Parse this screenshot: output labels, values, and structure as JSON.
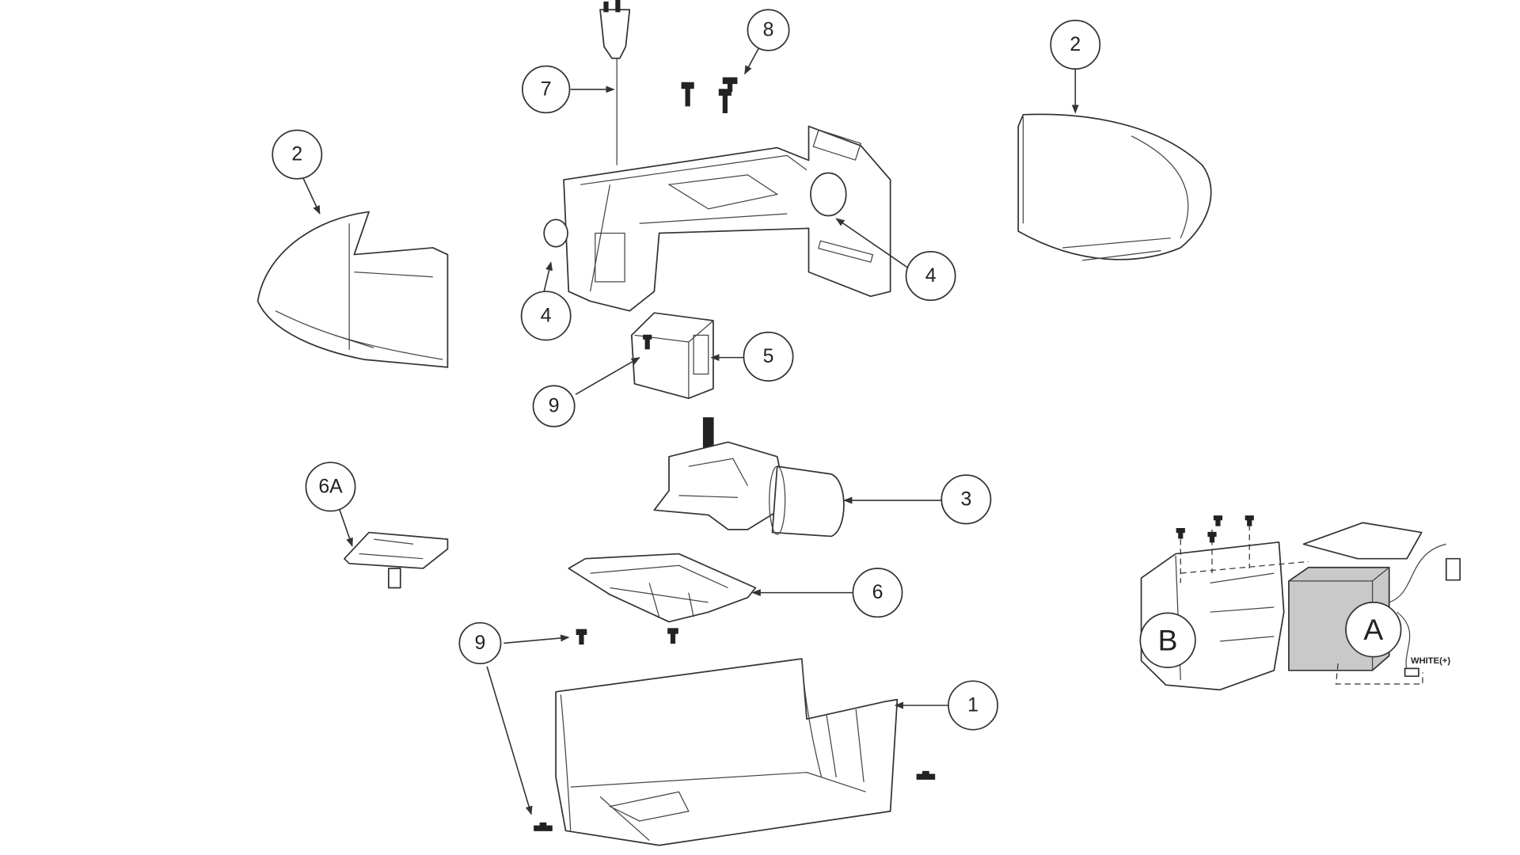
{
  "diagram": {
    "callouts": [
      "8",
      "7",
      "2",
      "2",
      "4",
      "4",
      "5",
      "9",
      "6A",
      "3",
      "6",
      "9",
      "1",
      "B",
      "A"
    ],
    "wire_label": "WHITE(+)"
  }
}
